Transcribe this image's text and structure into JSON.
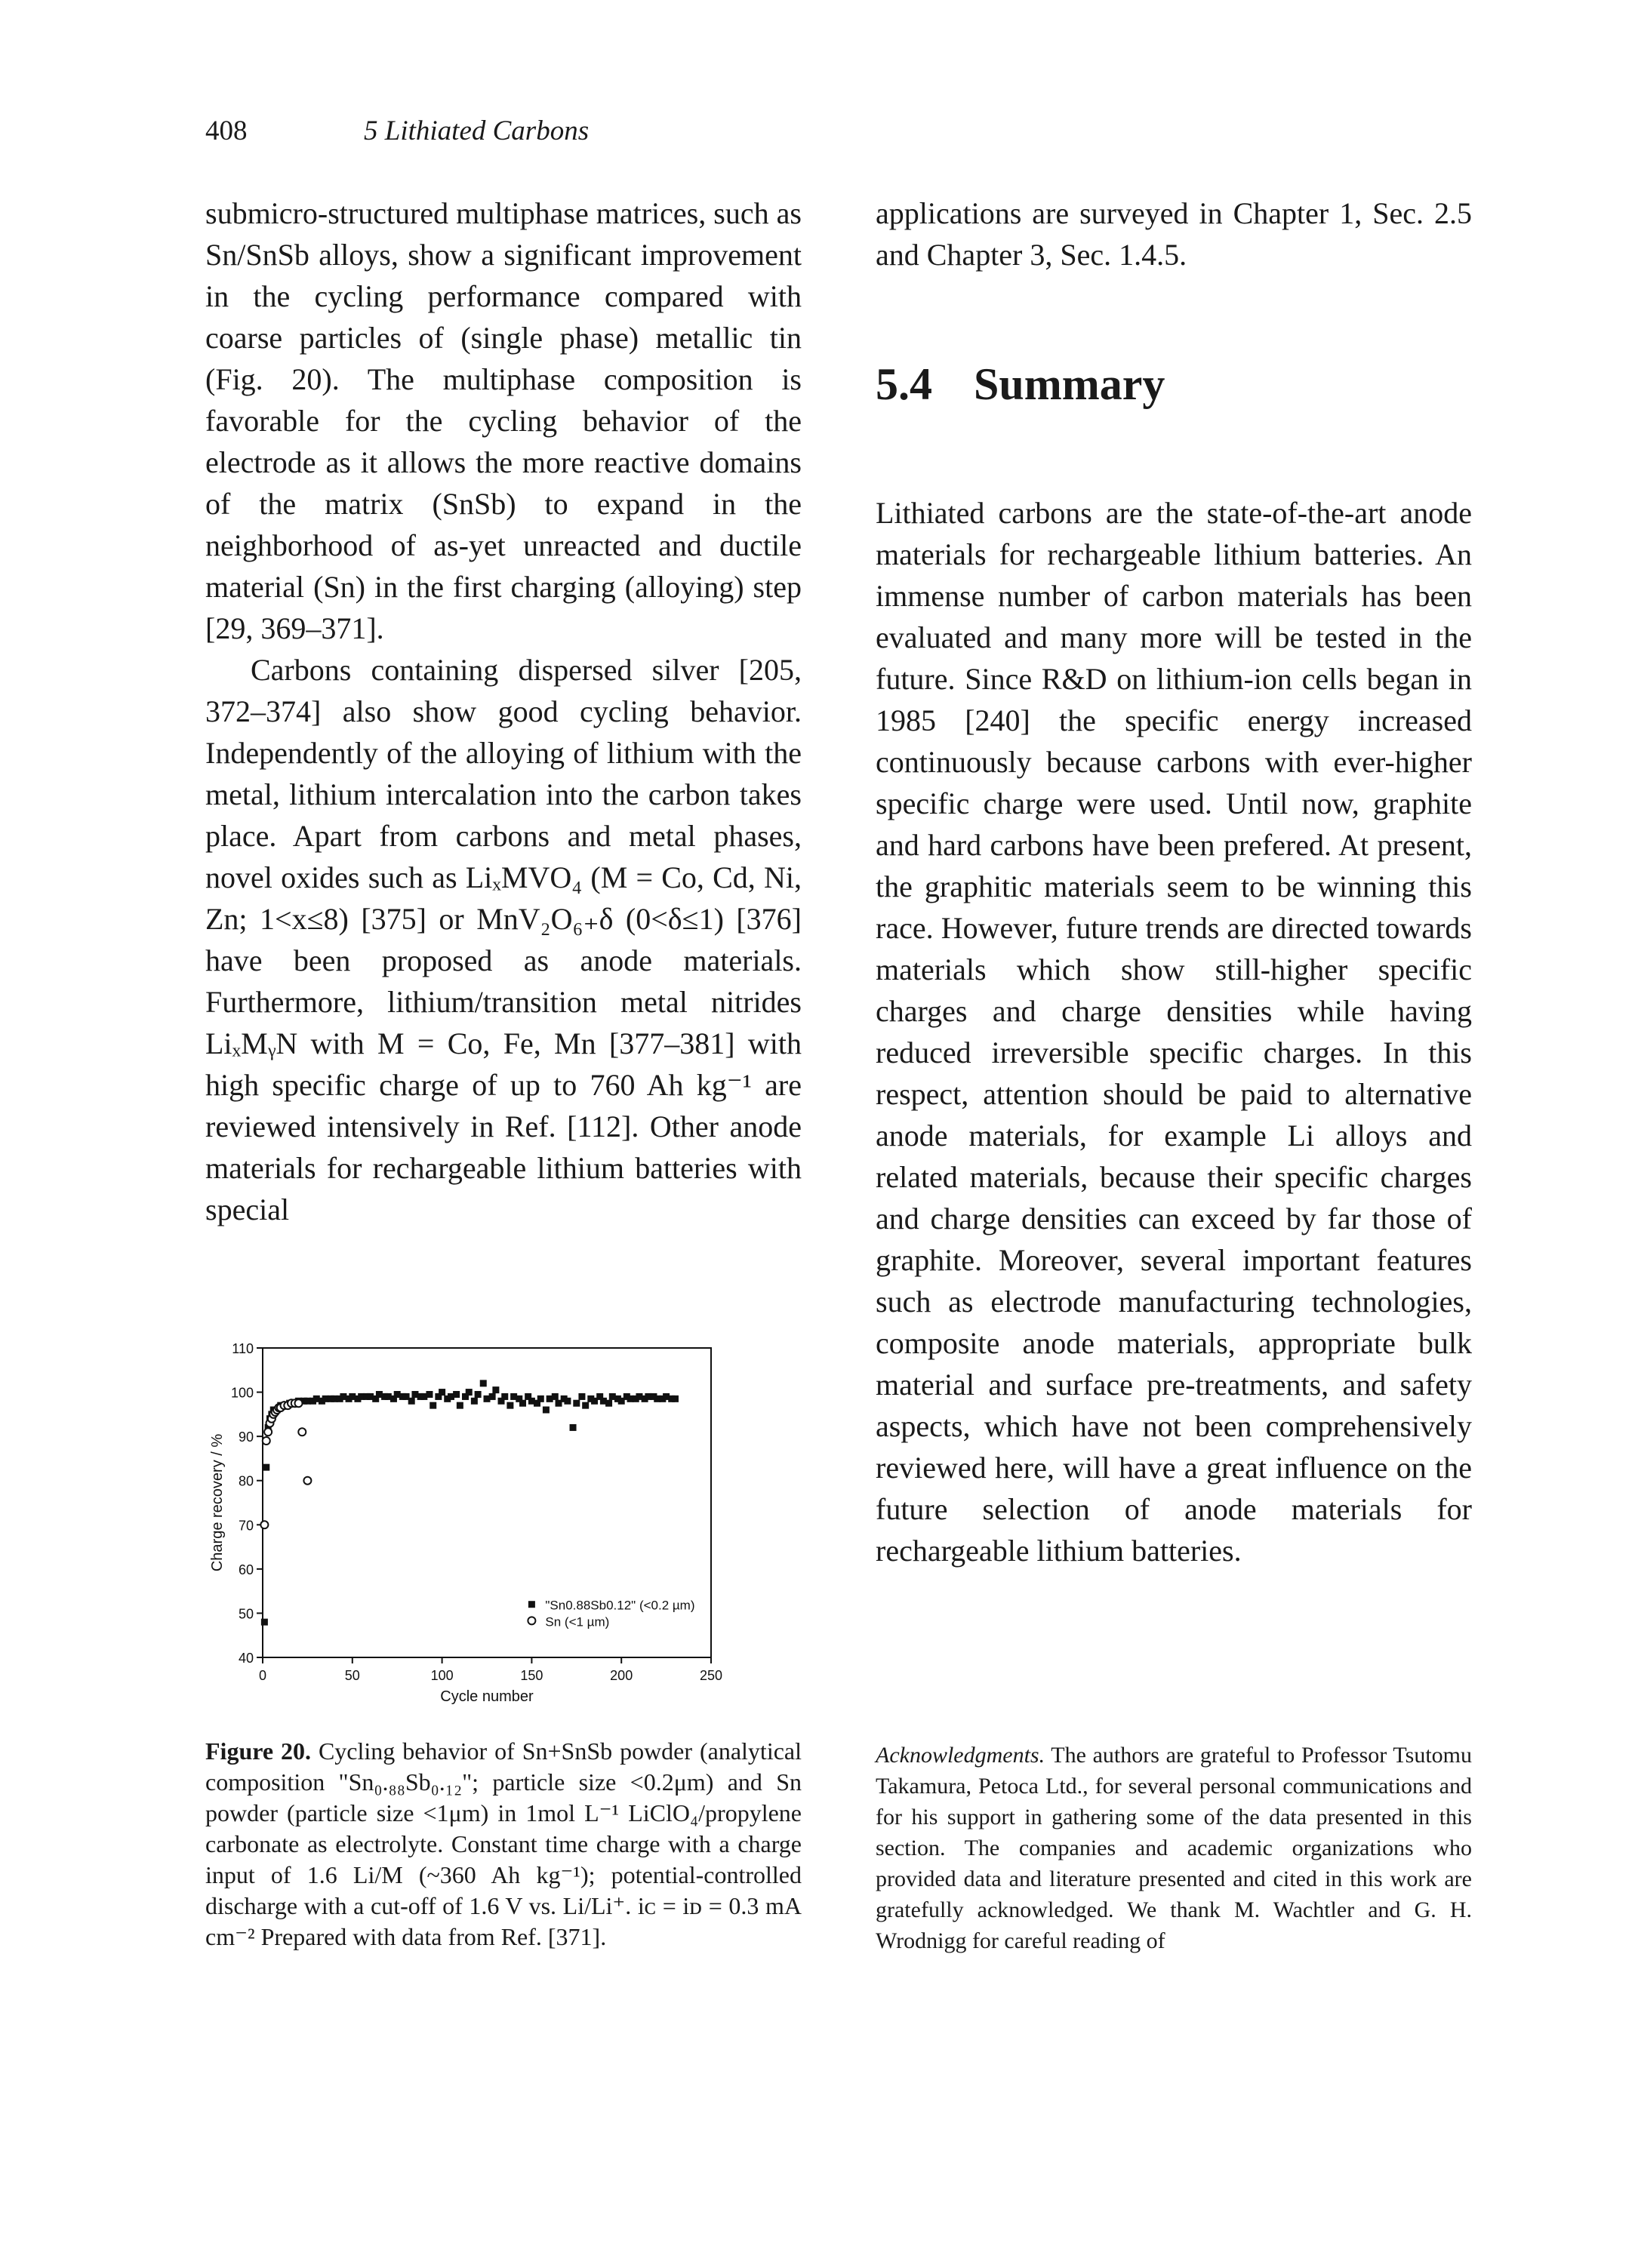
{
  "header": {
    "page_number": "408",
    "running_title": "5  Lithiated Carbons"
  },
  "left_column": {
    "para1": "submicro-structured multiphase matrices, such as Sn/SnSb alloys, show a significant improvement in the cycling performance compared with coarse particles of (single phase) metallic tin (Fig. 20). The multiphase composition is favorable for the cycling behavior of the electrode as it allows the more reactive domains of the matrix (SnSb) to expand in the neighborhood of as-yet unreacted and ductile material (Sn) in the first charging (alloying) step [29, 369–371].",
    "para2": {
      "t1": "Carbons containing dispersed silver [205, 372–374] also show good cycling behavior. Independently of the alloying of lithium with the metal, lithium intercalation into the carbon takes place. Apart from carbons and metal phases, novel oxides such as ",
      "f1": "LiₓMVO₄",
      "t2": " (M = Co, Cd, Ni, Zn; 1<x≤8) [375] or ",
      "f2": "MnV₂O₆₊δ",
      "t3": " (0<δ≤1) [376] have been proposed as anode materials. Furthermore, lithium/transition metal nitrides ",
      "f3": "LiₓMᵧN",
      "t4": " with M = Co, Fe, Mn [377–381] with high specific charge of up to 760 Ah kg⁻¹ are reviewed intensively in Ref. [112]. Other anode materials for rechargeable lithium batteries with special"
    }
  },
  "right_column": {
    "para1": "applications are surveyed in Chapter 1, Sec. 2.5 and Chapter 3, Sec. 1.4.5.",
    "section_number": "5.4",
    "section_title": "Summary",
    "summary": "Lithiated carbons are the state-of-the-art anode materials for rechargeable lithium batteries. An immense number of carbon materials has been evaluated and many more will be tested in the future. Since R&D on lithium-ion cells began in 1985 [240] the specific energy increased continuously because carbons with ever-higher specific charge were used. Until now, graphite and hard carbons have been prefered. At present, the graphitic materials seem to be winning this race. However, future trends are directed towards materials which show still-higher specific charges and charge densities while having reduced irreversible specific charges. In this respect, attention should be paid to alternative anode materials, for example Li alloys and related materials, because their specific charges and charge densities can exceed by far those of graphite. Moreover, several important features such as electrode manufacturing technologies, composite anode materials, appropriate bulk material and surface pre-treatments, and safety aspects, which have not been comprehensively reviewed here, will have a great influence on the future selection of anode materials for rechargeable lithium batteries.",
    "ack_label": "Acknowledgments.",
    "ack_text": " The authors are grateful to Professor Tsutomu Takamura, Petoca Ltd., for several personal communications and for his support in gathering some of the data presented in this section. The companies and academic organizations who provided data and literature presented and cited in this work are gratefully acknowledged. We thank M. Wachtler and G. H. Wrodnigg for careful reading of"
  },
  "caption": {
    "label": "Figure 20.",
    "text": " Cycling behavior of Sn+SnSb powder (analytical composition \"Sn₀.₈₈Sb₀.₁₂\"; particle size <0.2μm) and Sn powder (particle size <1μm) in 1mol L⁻¹ LiClO₄/propylene carbonate as electrolyte. Constant time charge with a charge input of 1.6 Li/M (~360 Ah kg⁻¹); potential-controlled discharge with a cut-off of 1.6 V vs. Li/Li⁺. iᴄ = iᴅ = 0.3 mA cm⁻² Prepared with data from Ref. [371]."
  },
  "chart_data": {
    "type": "scatter",
    "xlabel": "Cycle number",
    "ylabel": "Charge recovery / %",
    "xlim": [
      0,
      250
    ],
    "ylim": [
      40,
      110
    ],
    "xticks": [
      0,
      50,
      100,
      150,
      200,
      250
    ],
    "yticks": [
      40,
      50,
      60,
      70,
      80,
      90,
      100,
      110
    ],
    "legend_position": "bottom-right",
    "series": [
      {
        "name": "\"Sn0.88Sb0.12\" (<0.2 µm)",
        "marker": "filled-square",
        "x": [
          1,
          2,
          3,
          4,
          5,
          6,
          8,
          10,
          12,
          15,
          18,
          20,
          23,
          25,
          28,
          30,
          33,
          35,
          38,
          40,
          43,
          45,
          48,
          50,
          53,
          55,
          58,
          60,
          63,
          65,
          68,
          70,
          73,
          75,
          78,
          80,
          83,
          85,
          88,
          90,
          93,
          95,
          98,
          100,
          103,
          105,
          108,
          110,
          113,
          115,
          118,
          120,
          123,
          125,
          128,
          130,
          133,
          135,
          138,
          140,
          143,
          145,
          148,
          150,
          153,
          155,
          158,
          160,
          163,
          165,
          168,
          170,
          173,
          175,
          178,
          180,
          183,
          185,
          188,
          190,
          193,
          195,
          198,
          200,
          203,
          205,
          208,
          210,
          213,
          215,
          218,
          220,
          223,
          225,
          228,
          230
        ],
        "y": [
          48,
          83,
          92,
          94,
          95,
          96,
          96,
          97,
          97,
          97.5,
          97.5,
          98,
          98,
          98,
          98,
          98.5,
          98,
          98.5,
          98.5,
          98.5,
          98.5,
          99,
          98.5,
          99,
          98.5,
          99,
          99,
          99,
          98.5,
          99.5,
          99,
          99,
          98.5,
          99.5,
          99,
          99,
          98,
          99.5,
          99,
          99,
          99.5,
          97,
          99,
          100,
          98.5,
          99,
          99.5,
          97,
          99,
          100,
          98,
          99.5,
          102,
          98.5,
          99,
          100.5,
          98,
          99,
          97,
          99,
          98.5,
          97.5,
          99,
          98,
          97.5,
          98.5,
          96,
          98.5,
          99,
          97.5,
          98.5,
          98,
          92,
          97.5,
          99,
          97,
          98.5,
          98,
          99,
          98,
          97.5,
          99,
          98.5,
          98,
          99,
          98.5,
          98.5,
          99,
          98.5,
          99,
          99,
          98.5,
          98.5,
          99,
          98.5,
          98.5
        ]
      },
      {
        "name": "Sn (<1 µm)",
        "marker": "open-circle",
        "x": [
          1,
          2,
          3,
          4,
          5,
          6,
          7,
          8,
          9,
          10,
          12,
          14,
          16,
          18,
          20,
          22,
          25
        ],
        "y": [
          70,
          89,
          91,
          93,
          94,
          95,
          95.5,
          96,
          96.5,
          96.5,
          97,
          97,
          97.5,
          97.5,
          97.5,
          91,
          80
        ]
      }
    ]
  }
}
